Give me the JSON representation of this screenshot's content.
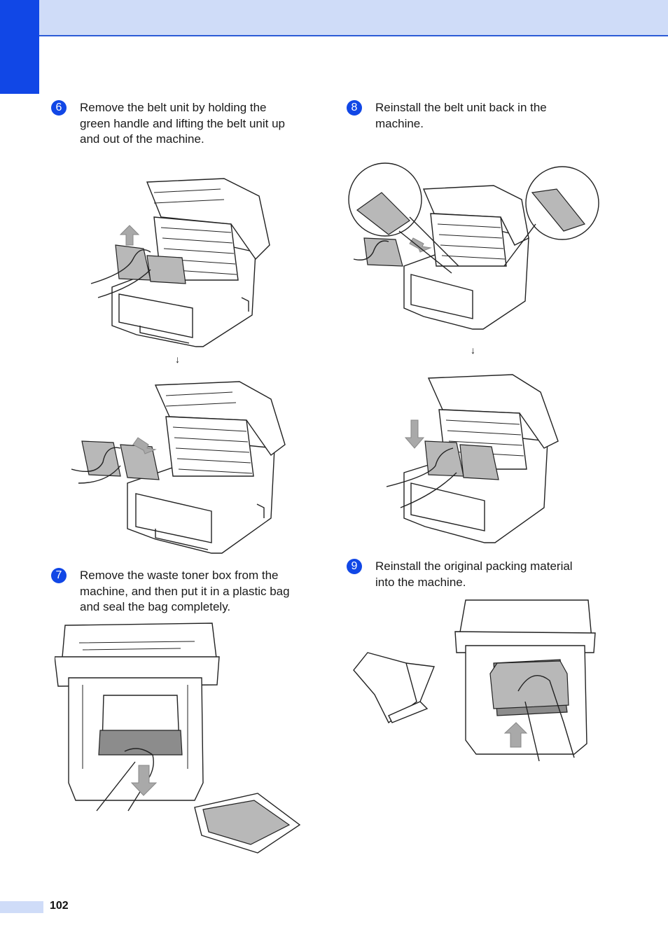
{
  "steps": [
    {
      "number": "6",
      "text_lines": [
        "Remove the belt unit by holding the",
        "green handle and lifting the belt unit up",
        "and out of the machine."
      ]
    },
    {
      "number": "7",
      "text_lines": [
        "Remove the waste toner box from the",
        "machine, and then put it in a plastic bag",
        "and seal the bag completely."
      ]
    },
    {
      "number": "8",
      "text_lines": [
        "Reinstall the belt unit back in the",
        "machine."
      ]
    },
    {
      "number": "9",
      "text_lines": [
        "Reinstall the original packing material",
        "into the machine."
      ]
    }
  ],
  "arrows": {
    "down": "↓"
  },
  "footer": {
    "page_number": "102"
  },
  "colors": {
    "accent": "#1147e6",
    "band": "#cfdcf8",
    "arrow_gray": "#a9a9a9"
  },
  "icons": {
    "step_badge": "circled-number",
    "illustration": "printer-line-drawing"
  }
}
